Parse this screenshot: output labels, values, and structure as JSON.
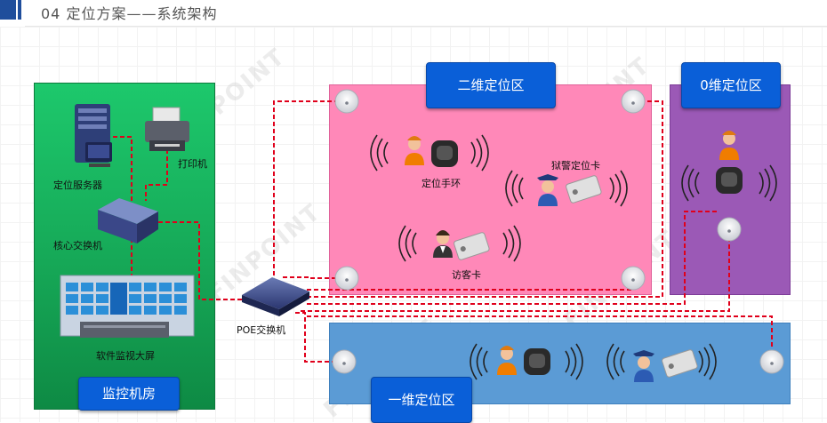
{
  "header": {
    "title": "04  定位方案——系统架构"
  },
  "zones": {
    "room": {
      "label": "监控机房"
    },
    "two_d": {
      "label": "二维定位区"
    },
    "zero_d": {
      "label": "0维定位区"
    },
    "one_d": {
      "label": "一维定位区"
    }
  },
  "devices": {
    "server": "定位服务器",
    "printer": "打印机",
    "core_switch": "核心交换机",
    "video_wall": "软件监视大屏",
    "poe_switch": "POE交换机",
    "wristband": "定位手环",
    "guard_card": "狱警定位卡",
    "visitor_card": "访客卡"
  },
  "watermark": "FINPOINT",
  "colors": {
    "room_green": "#16a857",
    "zone_pink": "#ff88b8",
    "zone_purple": "#9b59b6",
    "zone_blue": "#5b9bd5",
    "label_blue": "#0a5fd8",
    "cable_red": "#e0001b"
  }
}
